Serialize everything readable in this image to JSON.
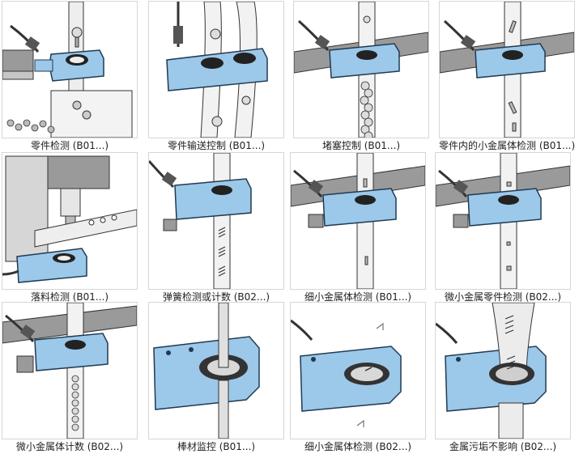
{
  "gallery": {
    "items": [
      {
        "caption": "零件检测 (B01...)",
        "scene": "flange-screw"
      },
      {
        "caption": "零件输送控制 (B01...)",
        "scene": "hoses-screws"
      },
      {
        "caption": "堵塞控制 (B01...)",
        "scene": "balls"
      },
      {
        "caption": "零件内的小金属体检测 (B01...)",
        "scene": "pins"
      },
      {
        "caption": "落料检测 (B01...)",
        "scene": "press"
      },
      {
        "caption": "弹簧检测或计数 (B02...)",
        "scene": "springs"
      },
      {
        "caption": "细小金属体检测 (B01...)",
        "scene": "small-pin"
      },
      {
        "caption": "微小金属零件检测 (B02...)",
        "scene": "tiny-parts"
      },
      {
        "caption": "微小金属体计数 (B02...)",
        "scene": "balls-count"
      },
      {
        "caption": "棒材监控 (B01...)",
        "scene": "rod"
      },
      {
        "caption": "细小金属体检测 (B02...)",
        "scene": "flat-ring"
      },
      {
        "caption": "金属污垢不影响 (B02...)",
        "scene": "dirty-coil"
      }
    ]
  },
  "colors": {
    "sensor_blue": "#9cc8ea",
    "sensor_outline": "#1f3a52",
    "rail_gray": "#8e8e8e",
    "metal_gray": "#c9c9c9"
  }
}
